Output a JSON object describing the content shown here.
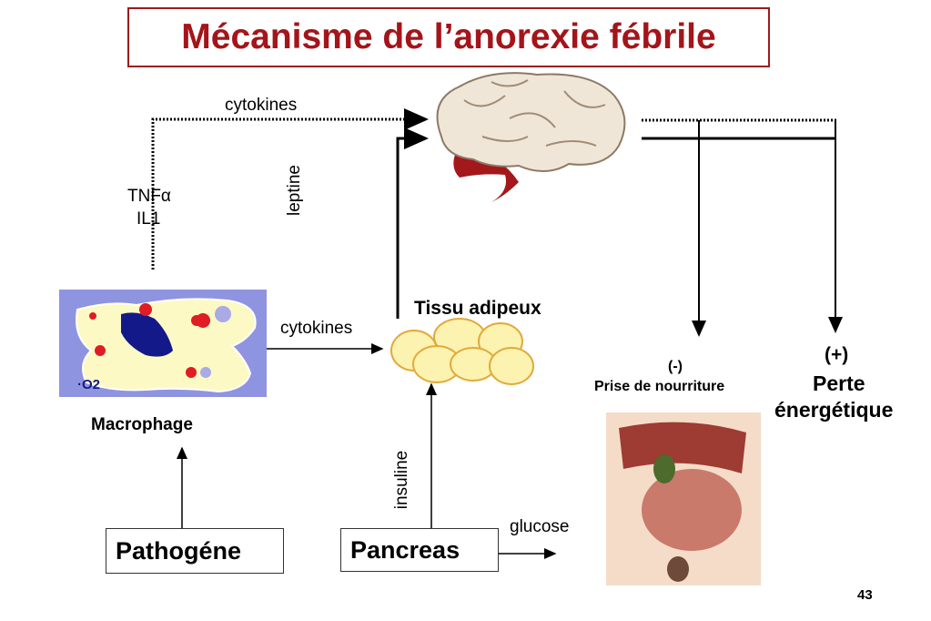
{
  "title": "Mécanisme de l’anorexie fébrile",
  "labels": {
    "cytokines_top": "cytokines",
    "tnf": "TNFα",
    "il1": "IL1",
    "leptine": "leptine",
    "cytokines_mid": "cytokines",
    "tissu": "Tissu adipeux",
    "macrophage": "Macrophage",
    "insuline": "insuline",
    "glucose": "glucose",
    "minus": "(-)",
    "prise": "Prise de nourriture",
    "plus": "(+)",
    "perte": "Perte",
    "energetique": "énergétique",
    "o2": "·O2"
  },
  "boxes": {
    "pathogene": "Pathogéne",
    "pancreas": "Pancreas"
  },
  "page_number": "43",
  "colors": {
    "title": "#a3151a",
    "macrophage_bg": "#8f94e0",
    "cell": "#fdf9c4",
    "nucleus": "#14198a"
  }
}
